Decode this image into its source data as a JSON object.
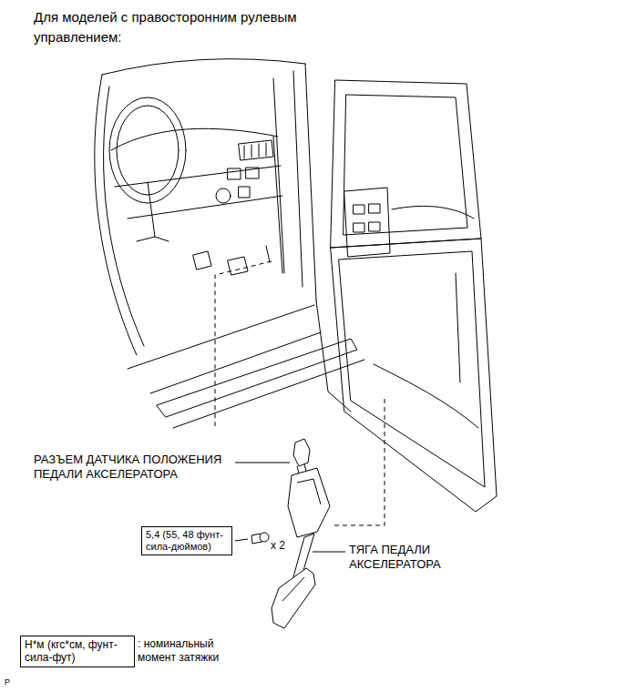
{
  "diagram": {
    "title": "Для моделей с правосторонним рулевым управлением:",
    "nodes": [
      {
        "text": [
          "5,4 (55, 48 фунт-сила-дюймов)"
        ]
      },
      {
        "text": [
          "Н*м (кгс*см, фунт-сила-фут)"
        ]
      }
    ],
    "labels": [
      "РАЗЪЕМ ДАТЧИКА ПОЛОЖЕНИЯ ПЕДАЛИ АКСЕЛЕРАТОРА",
      "x 2",
      "ТЯГА ПЕДАЛИ АКСЕЛЕРАТОРА",
      ": номинальный момент затяжки",
      "P"
    ]
  }
}
